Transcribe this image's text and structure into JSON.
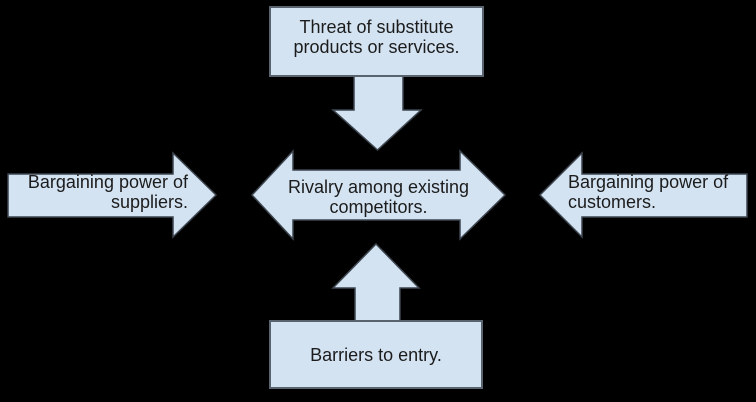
{
  "colors": {
    "background": "#000000",
    "shape_fill": "#d3e3f2",
    "box_border": "#59646e",
    "arrow_border": "#3d454f",
    "text": "#1c1c1c"
  },
  "nodes": {
    "substitutes": {
      "label": "Threat of substitute products or services."
    },
    "suppliers": {
      "label": "Bargaining power of suppliers."
    },
    "rivalry": {
      "label": "Rivalry among existing competitors."
    },
    "customers": {
      "label": "Bargaining power of customers."
    },
    "entry": {
      "label": "Barriers to entry."
    }
  }
}
